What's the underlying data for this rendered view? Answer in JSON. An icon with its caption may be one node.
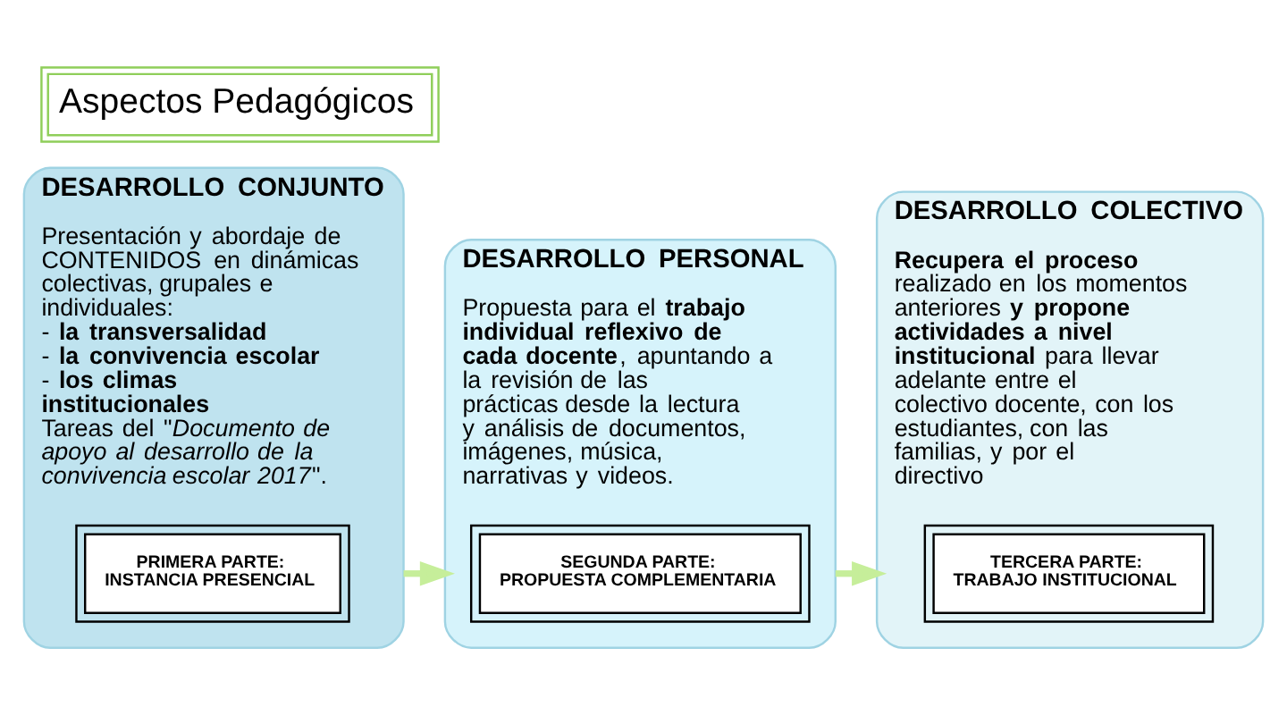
{
  "diagram": {
    "title": "Aspectos Pedagógicos",
    "nodes": [
      {
        "text": [
          "DESARROLLO CONJUNTO",
          "Presentación y abordaje de CONTENIDOS en dinámicas colectivas, grupales e individuales:",
          "- **la transversalidad**",
          "- **la convivencia escolar**",
          "- **los climas institucionales**",
          "Tareas del \"*Documento de apoyo al desarrollo de la convivencia escolar 2017*\"."
        ]
      },
      {
        "text": [
          "PRIMERA PARTE:",
          "INSTANCIA PRESENCIAL"
        ],
        "in": 0
      },
      {
        "text": [
          "DESARROLLO PERSONAL",
          "Propuesta para el **trabajo individual reflexivo de cada docente**, apuntando a la revisión de las prácticas desde la lectura y análisis de documentos, imágenes, música, narrativas y videos."
        ]
      },
      {
        "text": [
          "SEGUNDA PARTE:",
          "PROPUESTA COMPLEMENTARIA"
        ],
        "in": 2
      },
      {
        "text": [
          "DESARROLLO COLECTIVO",
          "**Recupera el proceso** realizado en los momentos anteriores **y propone actividades a nivel institucional** para llevar adelante entre el colectivo docente, con los estudiantes, con las familias, y por el directivo"
        ]
      },
      {
        "text": [
          "TERCERA PARTE:",
          "TRABAJO INSTITUCIONAL"
        ],
        "in": 4
      }
    ],
    "edges": [
      {
        "from": 0,
        "to": 2,
        "arrow": "to",
        "color": "#c6ee9a"
      },
      {
        "from": 2,
        "to": 4,
        "arrow": "to",
        "color": "#c6ee9a"
      }
    ]
  }
}
